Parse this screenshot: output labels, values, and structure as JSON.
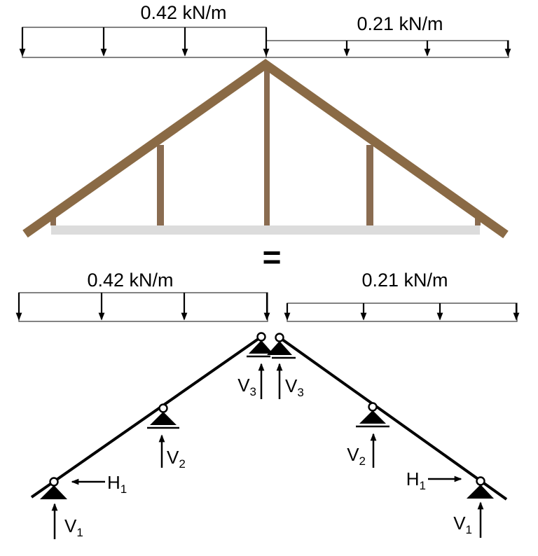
{
  "loads": {
    "top_left": {
      "label": "0.42 kN/m"
    },
    "top_right": {
      "label": "0.21 kN/m"
    },
    "bottom_left": {
      "label": "0.42 kN/m"
    },
    "bottom_right": {
      "label": "0.21 kN/m"
    }
  },
  "equals_label": "=",
  "reactions": {
    "v1": {
      "base": "V",
      "sub": "1"
    },
    "v2": {
      "base": "V",
      "sub": "2"
    },
    "v3": {
      "base": "V",
      "sub": "3"
    },
    "h1": {
      "base": "H",
      "sub": "1"
    }
  },
  "colors": {
    "rafter_wood": "#8a6a45",
    "post_wood": "#8a6c51",
    "bottom_chord": "#dcdcdc",
    "ink": "#000000",
    "load_outline": "#404040"
  }
}
